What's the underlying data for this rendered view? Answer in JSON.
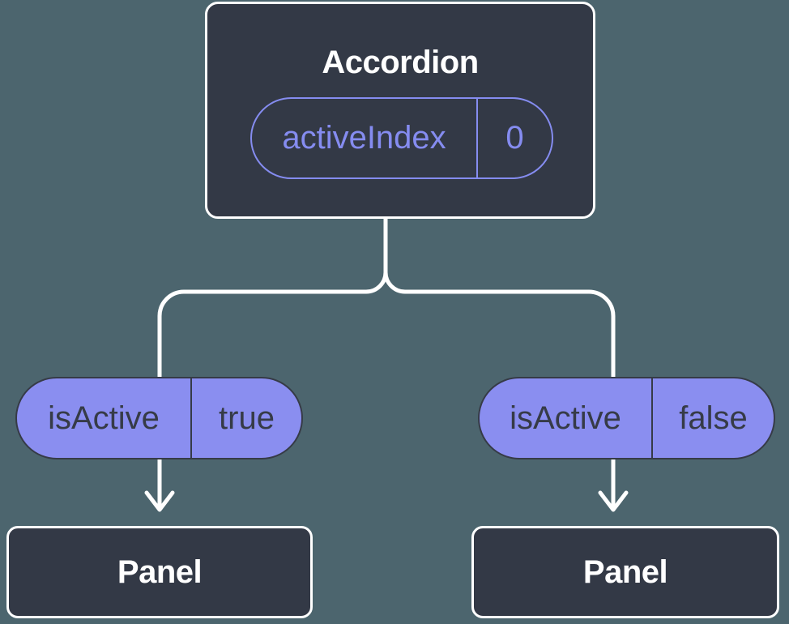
{
  "colors": {
    "background": "#4C656E",
    "node_fill": "#333946",
    "node_border": "#FFFFFF",
    "pill_fill": "#8A8EF0",
    "pill_text_dark": "#363B47",
    "accent_periwinkle": "#858CF0",
    "connector": "#FFFFFF"
  },
  "diagram": {
    "root": {
      "title": "Accordion",
      "state": {
        "name": "activeIndex",
        "value": "0"
      }
    },
    "branches": [
      {
        "prop": {
          "name": "isActive",
          "value": "true"
        },
        "child": {
          "title": "Panel"
        }
      },
      {
        "prop": {
          "name": "isActive",
          "value": "false"
        },
        "child": {
          "title": "Panel"
        }
      }
    ]
  }
}
